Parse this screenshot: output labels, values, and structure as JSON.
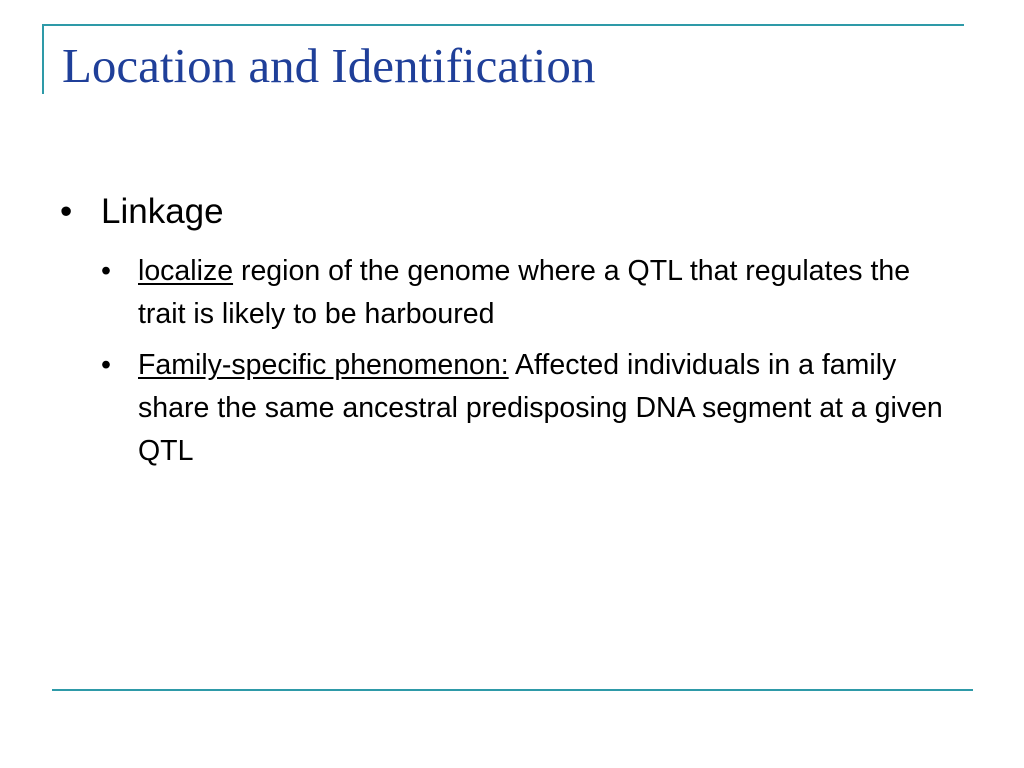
{
  "slide": {
    "title": "Location and Identification",
    "bullet_glyph": "•",
    "main_bullet": "Linkage",
    "sub_bullets": [
      {
        "emphasis": "localize",
        "text": " region of the genome where a QTL that regulates the trait is likely to be harboured"
      },
      {
        "emphasis": "Family-specific phenomenon:",
        "text": " Affected individuals in a family share the same ancestral predisposing DNA segment at a given QTL"
      }
    ]
  },
  "colors": {
    "title": "#1f3f99",
    "frame_lines": "#2e9aa8",
    "body_text": "#000000",
    "background": "#ffffff"
  }
}
